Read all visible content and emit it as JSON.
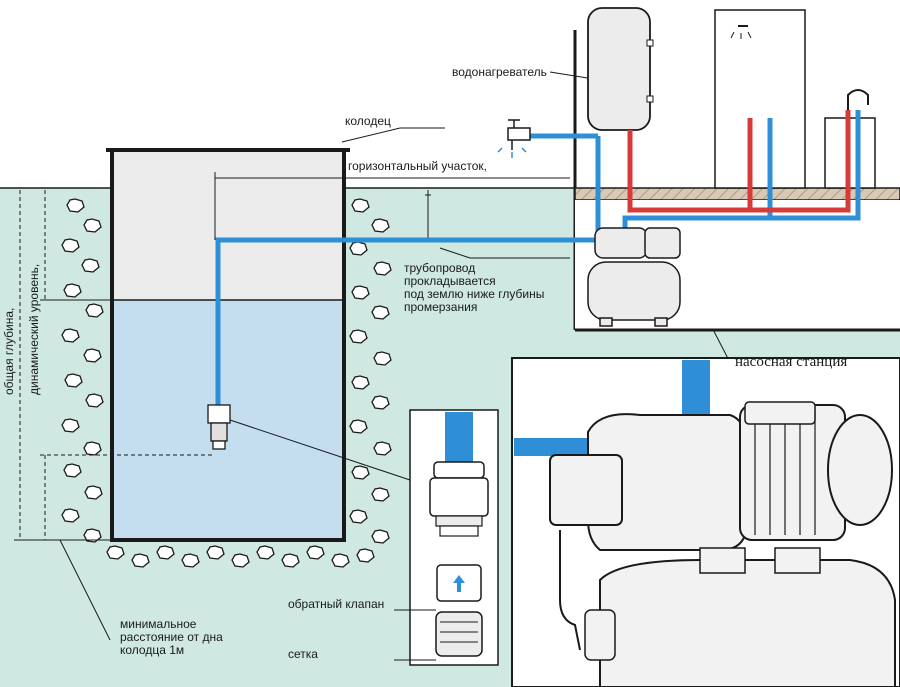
{
  "labels": {
    "well": "колодец",
    "water_heater": "водонагреватель",
    "horizontal_section": "горизонтальный участок,",
    "pipeline_lines": [
      "трубопровод",
      "прокладывается",
      "под землю ниже глубины",
      "промерзания"
    ],
    "pump_station": "насосная станция",
    "check_valve": "обратный клапан",
    "strainer": "сетка",
    "min_distance_lines": [
      "минимальное",
      "расстояние от дна",
      "колодца  1м"
    ],
    "total_depth": "общая глубина,",
    "dynamic_level": "динамический уровень,"
  },
  "colors": {
    "ground": "#cfe8e2",
    "water": "#c4deef",
    "air": "#ececec",
    "cold_pipe": "#2f8fd6",
    "hot_pipe": "#d83a3a",
    "floor": "#d9c9b4",
    "line": "#1a1a1a"
  }
}
